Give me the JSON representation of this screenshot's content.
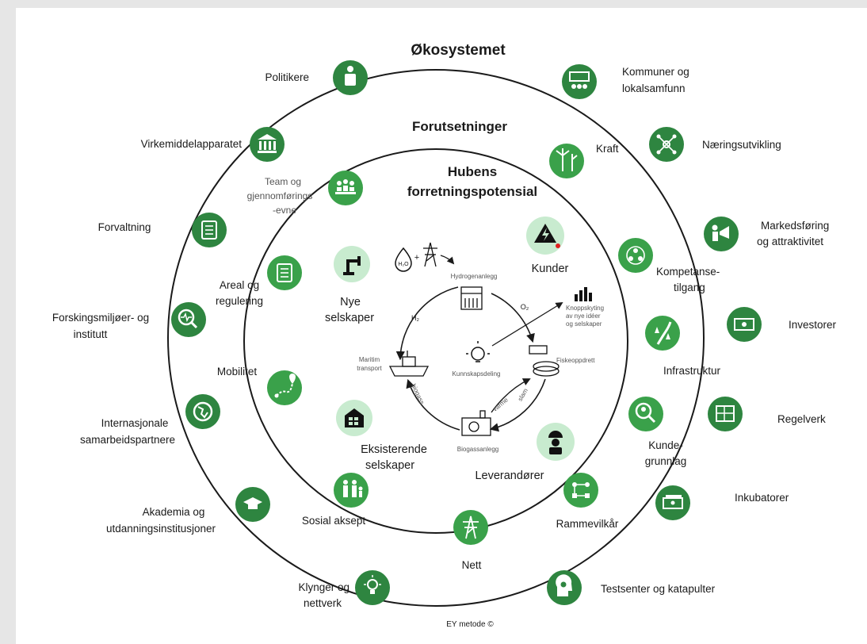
{
  "titles": {
    "ecosystem": "Økosystemet",
    "prerequisites": "Forutsetninger",
    "hub_line1": "Hubens",
    "hub_line2": "forretningspotensial"
  },
  "footer": "EY metode ©",
  "colors": {
    "outer_icon": "#2e8540",
    "middle_icon": "#3aa14a",
    "inner_icon_bg": "#c8ebcf",
    "ring_line": "#1a1a1a",
    "accent_red": "#e02020"
  },
  "outer_ring": [
    {
      "icon": "speaker-podium-icon",
      "lines": [
        "Politikere"
      ]
    },
    {
      "icon": "presentation-group-icon",
      "lines": [
        "Kommuner og",
        "lokalsamfunn"
      ]
    },
    {
      "icon": "network-hub-icon",
      "lines": [
        "Næringsutvikling"
      ]
    },
    {
      "icon": "megaphone-person-icon",
      "lines": [
        "Markedsføring",
        "og attraktivitet"
      ]
    },
    {
      "icon": "banknote-icon",
      "lines": [
        "Investorer"
      ]
    },
    {
      "icon": "blueprint-icon",
      "lines": [
        "Regelverk"
      ]
    },
    {
      "icon": "money-icon",
      "lines": [
        "Inkubatorer"
      ]
    },
    {
      "icon": "head-gear-icon",
      "lines": [
        "Testsenter og katapulter"
      ]
    },
    {
      "icon": "lightbulb-icon",
      "lines": [
        "Klynger og",
        "nettverk"
      ]
    },
    {
      "icon": "graduation-cap-icon",
      "lines": [
        "Akademia og",
        "utdanningsinstitusjoner"
      ]
    },
    {
      "icon": "globe-icon",
      "lines": [
        "Internasjonale",
        "samarbeidspartnere"
      ]
    },
    {
      "icon": "magnifier-pulse-icon",
      "lines": [
        "Forskingsmiljøer- og",
        "institutt"
      ]
    },
    {
      "icon": "clipboard-list-icon",
      "lines": [
        "Forvaltning"
      ]
    },
    {
      "icon": "bank-building-icon",
      "lines": [
        "Virkemiddelapparatet"
      ]
    }
  ],
  "middle_ring": [
    {
      "icon": "wind-turbines-icon",
      "lines": [
        "Kraft"
      ]
    },
    {
      "icon": "people-network-icon",
      "lines": [
        "Kompetanse-",
        "tilgang"
      ]
    },
    {
      "icon": "road-trees-icon",
      "lines": [
        "Infrastruktur"
      ]
    },
    {
      "icon": "customer-search-icon",
      "lines": [
        "Kunde-",
        "grunnlag"
      ]
    },
    {
      "icon": "flowchart-icon",
      "lines": [
        "Rammevilkår"
      ]
    },
    {
      "icon": "power-pylon-icon",
      "lines": [
        "Nett"
      ]
    },
    {
      "icon": "family-icon",
      "lines": [
        "Sosial aksept"
      ]
    },
    {
      "icon": "map-route-icon",
      "lines": [
        "Mobilitet"
      ]
    },
    {
      "icon": "clipboard-check-icon",
      "lines": [
        "Areal og",
        "regulering"
      ]
    },
    {
      "icon": "team-meeting-icon",
      "lines": [
        "Team og",
        "gjennomførings",
        "-evne"
      ]
    }
  ],
  "inner": [
    {
      "icon": "robot-arm-icon",
      "lines": [
        "Nye",
        "selskaper"
      ]
    },
    {
      "icon": "lightning-warning-icon",
      "lines": [
        "Kunder"
      ]
    },
    {
      "icon": "worker-icon",
      "lines": [
        "Leverandører"
      ]
    },
    {
      "icon": "warehouse-icon",
      "lines": [
        "Eksisterende",
        "selskaper"
      ]
    }
  ],
  "cycle": {
    "hydrogen_plant": "Hydrogenanlegg",
    "maritime_line1": "Maritim",
    "maritime_line2": "transport",
    "fish_farm": "Fiskeoppdrett",
    "biogas_plant": "Biogassanlegg",
    "knowledge_sharing": "Kunnskapsdeling",
    "spinoff_line1": "Knoppskyting",
    "spinoff_line2": "av nye idéer",
    "spinoff_line3": "og selskaper",
    "flow_h2": "H₂",
    "flow_o2": "O₂",
    "flow_biogass": "biogass",
    "flow_varme": "varme",
    "flow_slam": "slam",
    "h2o_label": "H₂O"
  }
}
